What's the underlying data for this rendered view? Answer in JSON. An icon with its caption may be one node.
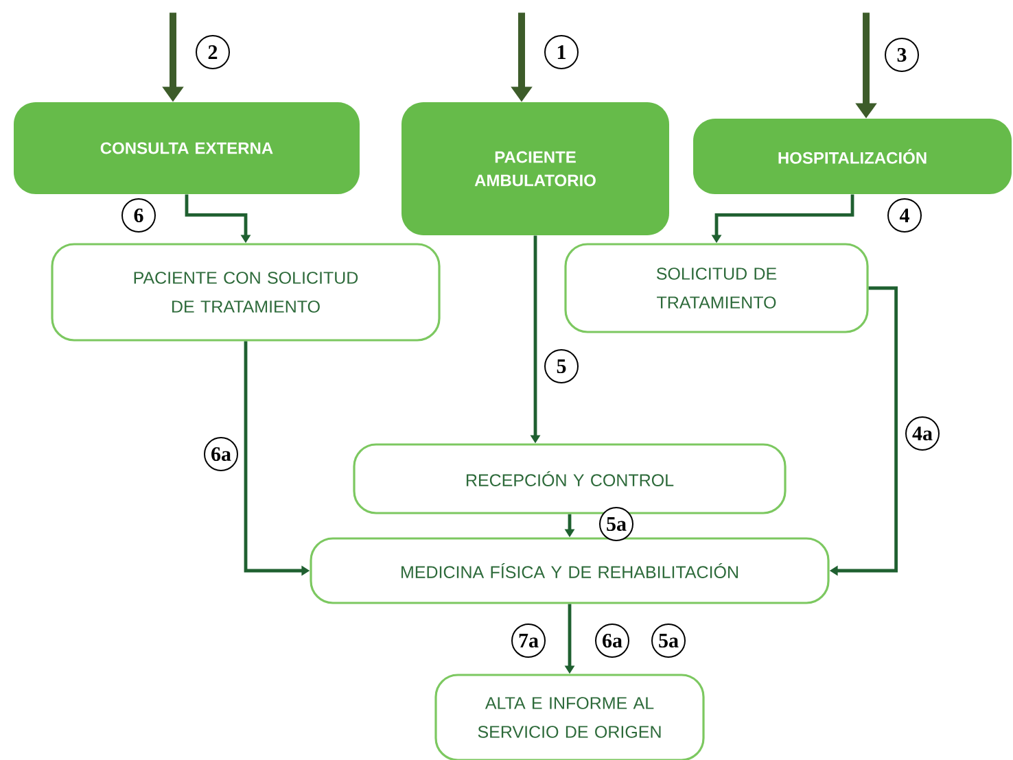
{
  "diagram": {
    "nodes": [
      {
        "text": [
          "CONSULTA EXTERNA"
        ]
      },
      {
        "text": [
          "PACIENTE AMBULATORIO"
        ]
      },
      {
        "text": [
          "HOSPITALIZACIÓN"
        ]
      },
      {
        "text": [
          "PACIENTE CON SOLICITUD DE TRATAMIENTO"
        ]
      },
      {
        "text": [
          "SOLICITUD DE TRATAMIENTO"
        ]
      },
      {
        "text": [
          "RECEPCIÓN Y CONTROL"
        ]
      },
      {
        "text": [
          "MEDICINA FÍSICA Y DE REHABILITACIÓN"
        ]
      },
      {
        "text": [
          "ALTA E INFORME AL SERVICIO DE ORIGEN"
        ]
      }
    ],
    "edges": [
      {
        "from": null,
        "to": 0,
        "arrow": "to",
        "label": "2",
        "style": "thick",
        "color": "#3d5c2a"
      },
      {
        "from": null,
        "to": 1,
        "arrow": "to",
        "label": "1",
        "style": "thick",
        "color": "#3d5c2a"
      },
      {
        "from": null,
        "to": 2,
        "arrow": "to",
        "label": "3",
        "style": "thick",
        "color": "#3d5c2a"
      },
      {
        "from": 0,
        "to": 3,
        "arrow": "to",
        "label": "6"
      },
      {
        "from": 2,
        "to": 4,
        "arrow": "to",
        "label": "4"
      },
      {
        "from": 1,
        "to": 5,
        "arrow": "to",
        "label": "5"
      },
      {
        "from": 5,
        "to": 6,
        "arrow": "to",
        "label": "5a"
      },
      {
        "from": 3,
        "to": 6,
        "arrow": "to",
        "label": "6a"
      },
      {
        "from": 4,
        "to": 6,
        "arrow": "to",
        "label": "4a"
      },
      {
        "from": 6,
        "to": 7,
        "arrow": "to",
        "label": "7a"
      }
    ],
    "labels": [
      "6a",
      "5a"
    ]
  }
}
